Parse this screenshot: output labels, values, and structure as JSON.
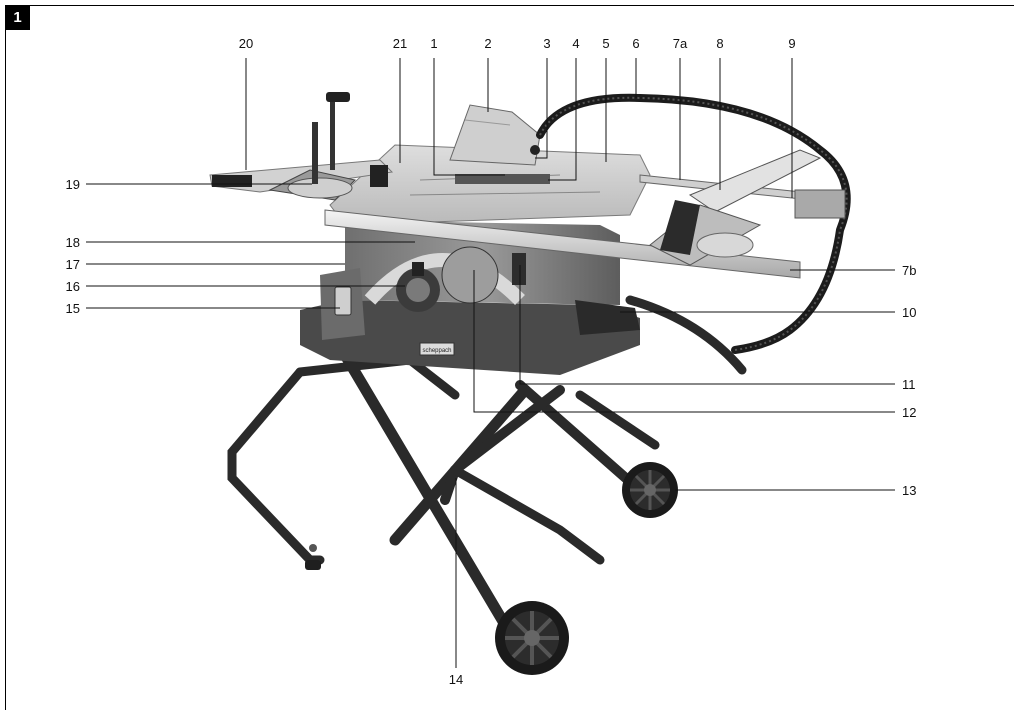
{
  "figure": {
    "number": "1"
  },
  "callouts": {
    "c20": "20",
    "c21": "21",
    "c1": "1",
    "c2": "2",
    "c3": "3",
    "c4": "4",
    "c5": "5",
    "c6": "6",
    "c7a": "7a",
    "c8": "8",
    "c9": "9",
    "c19": "19",
    "c18": "18",
    "c17": "17",
    "c16": "16",
    "c15": "15",
    "c7b": "7b",
    "c10": "10",
    "c11": "11",
    "c12": "12",
    "c13": "13",
    "c14": "14"
  },
  "colors": {
    "table_top": "#c9c9c9",
    "body": "#8e8e8e",
    "frame": "#2e2e2e",
    "hose": "#1c1c1c"
  },
  "brand_plate": "scheppach"
}
